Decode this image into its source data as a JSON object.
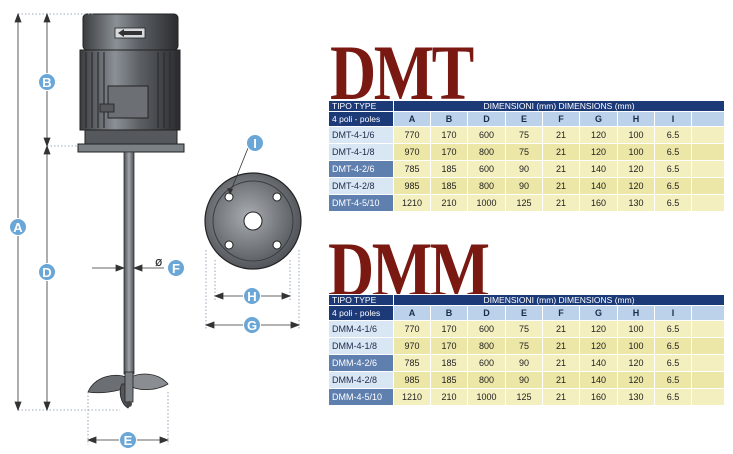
{
  "labels": {
    "A": "A",
    "B": "B",
    "D": "D",
    "E": "E",
    "F": "F",
    "G": "G",
    "H": "H",
    "I": "I",
    "phi": "ø"
  },
  "dmt": {
    "title": "DMT",
    "type_label_1": "TIPO TYPE",
    "type_label_2": "4 poli - poles",
    "dims_label": "DIMENSIONI (mm)  DIMENSIONS (mm)",
    "columns": [
      "A",
      "B",
      "D",
      "E",
      "F",
      "G",
      "H",
      "I",
      ""
    ],
    "rows": [
      {
        "model": "DMT-4-1/6",
        "values": [
          "770",
          "170",
          "600",
          "75",
          "21",
          "120",
          "100",
          "6.5",
          ""
        ]
      },
      {
        "model": "DMT-4-1/8",
        "values": [
          "970",
          "170",
          "800",
          "75",
          "21",
          "120",
          "100",
          "6.5",
          ""
        ]
      },
      {
        "model": "DMT-4-2/6",
        "values": [
          "785",
          "185",
          "600",
          "90",
          "21",
          "140",
          "120",
          "6.5",
          ""
        ]
      },
      {
        "model": "DMT-4-2/8",
        "values": [
          "985",
          "185",
          "800",
          "90",
          "21",
          "140",
          "120",
          "6.5",
          ""
        ]
      },
      {
        "model": "DMT-4-5/10",
        "values": [
          "1210",
          "210",
          "1000",
          "125",
          "21",
          "160",
          "130",
          "6.5",
          ""
        ]
      }
    ]
  },
  "dmm": {
    "title": "DMM",
    "type_label_1": "TIPO TYPE",
    "type_label_2": "4 poli - poles",
    "dims_label": "DIMENSIONI (mm)  DIMENSIONS (mm)",
    "columns": [
      "A",
      "B",
      "D",
      "E",
      "F",
      "G",
      "H",
      "I",
      ""
    ],
    "rows": [
      {
        "model": "DMM-4-1/6",
        "values": [
          "770",
          "170",
          "600",
          "75",
          "21",
          "120",
          "100",
          "6.5",
          ""
        ]
      },
      {
        "model": "DMM-4-1/8",
        "values": [
          "970",
          "170",
          "800",
          "75",
          "21",
          "120",
          "100",
          "6.5",
          ""
        ]
      },
      {
        "model": "DMM-4-2/6",
        "values": [
          "785",
          "185",
          "600",
          "90",
          "21",
          "140",
          "120",
          "6.5",
          ""
        ]
      },
      {
        "model": "DMM-4-2/8",
        "values": [
          "985",
          "185",
          "800",
          "90",
          "21",
          "140",
          "120",
          "6.5",
          ""
        ]
      },
      {
        "model": "DMM-4-5/10",
        "values": [
          "1210",
          "210",
          "1000",
          "125",
          "21",
          "160",
          "130",
          "6.5",
          ""
        ]
      }
    ]
  },
  "colors": {
    "title_red": "#7a1812",
    "header_blue": "#1c3a78",
    "label_circle_blue": "#6aa6d6",
    "cell_yellow": "#f3efbf"
  }
}
